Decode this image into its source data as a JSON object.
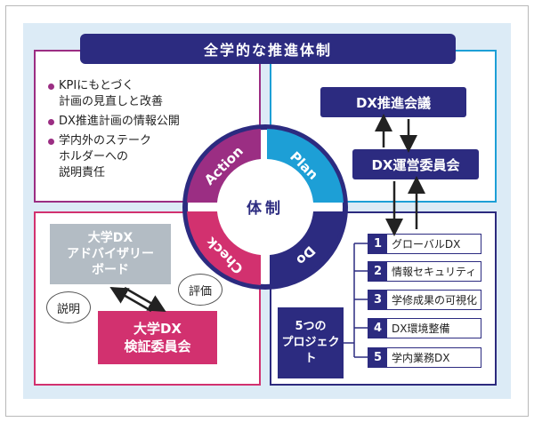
{
  "title": "全学的な推進体制",
  "bullets": [
    "KPIにもとづく計画の見直しと改善",
    "DX推進計画の情報公開",
    "学内外のステークホルダーへの説明責任"
  ],
  "bullets_lines": [
    [
      "KPIにもとづく",
      "計画の見直しと改善"
    ],
    [
      "DX推進計画の情報公開"
    ],
    [
      "学内外のステーク",
      "ホルダーへの",
      "説明責任"
    ]
  ],
  "cycle": {
    "center": "体制",
    "plan": "Plan",
    "do": "Do",
    "check": "Check",
    "action": "Action"
  },
  "council": "DX推進会議",
  "committee": "DX運営委員会",
  "advisory_lines": [
    "大学DX",
    "アドバイザリー",
    "ボード"
  ],
  "verification_lines": [
    "大学DX",
    "検証委員会"
  ],
  "bubble_explain": "説明",
  "bubble_evaluate": "評価",
  "projects_label_lines": [
    "5つの",
    "プロジェクト"
  ],
  "projects": [
    {
      "num": "1",
      "name": "グローバルDX"
    },
    {
      "num": "2",
      "name": "情報セキュリティ"
    },
    {
      "num": "3",
      "name": "学修成果の可視化"
    },
    {
      "num": "4",
      "name": "DX環境整備"
    },
    {
      "num": "5",
      "name": "学内業務DX"
    }
  ],
  "colors": {
    "navy": "#2c2b80",
    "purple": "#9b2e83",
    "cyan": "#1d9fd6",
    "pink": "#d2316f",
    "gray": "#b3bcc4",
    "background": "#dcebf6"
  }
}
